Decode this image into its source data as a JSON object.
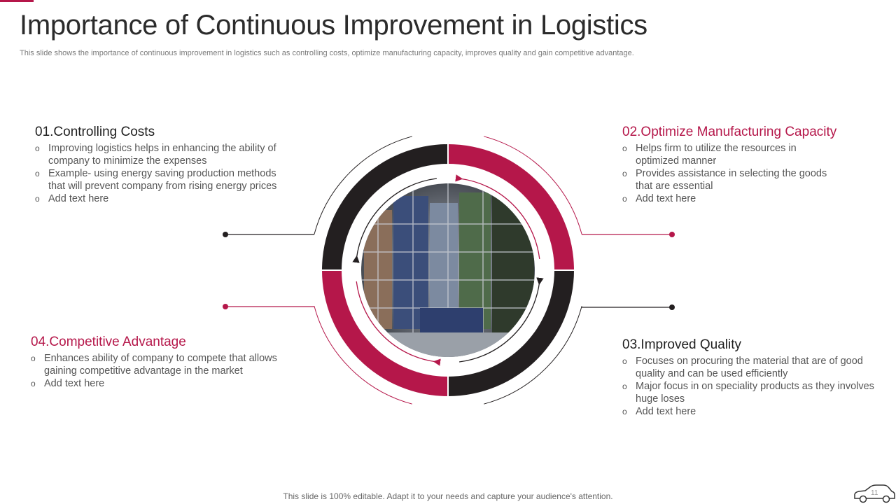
{
  "slide": {
    "title": "Importance of Continuous Improvement in Logistics",
    "subtitle": "This slide shows the importance of continuous improvement in logistics such as controlling costs, optimize manufacturing capacity, improves quality and gain competitive advantage.",
    "footer": "This slide is 100% editable. Adapt it to your needs and capture your audience's attention.",
    "page_number": "11"
  },
  "colors": {
    "accent": "#b5174a",
    "dark": "#231f20"
  },
  "sections": [
    {
      "heading": "01.Controlling Costs",
      "bullets": [
        "Improving logistics helps in enhancing the ability of company to minimize the expenses",
        "Example- using energy saving production methods that will prevent company from rising energy prices",
        "Add text here"
      ]
    },
    {
      "heading": "02.Optimize Manufacturing Capacity",
      "bullets": [
        "Helps firm to utilize the resources in optimized manner",
        "Provides assistance in selecting the goods that are essential",
        "Add text here"
      ]
    },
    {
      "heading": "03.Improved Quality",
      "bullets": [
        "Focuses on procuring the material that are of good quality and can be used efficiently",
        "Major focus in on speciality products as they involves huge loses",
        "Add text here"
      ]
    },
    {
      "heading": "04.Competitive Advantage",
      "bullets": [
        "Enhances ability of company to compete that allows gaining competitive advantage in the market",
        "Add text here"
      ]
    }
  ],
  "icons": {
    "center_image": "warehouse-photo",
    "corner": "car-icon"
  }
}
